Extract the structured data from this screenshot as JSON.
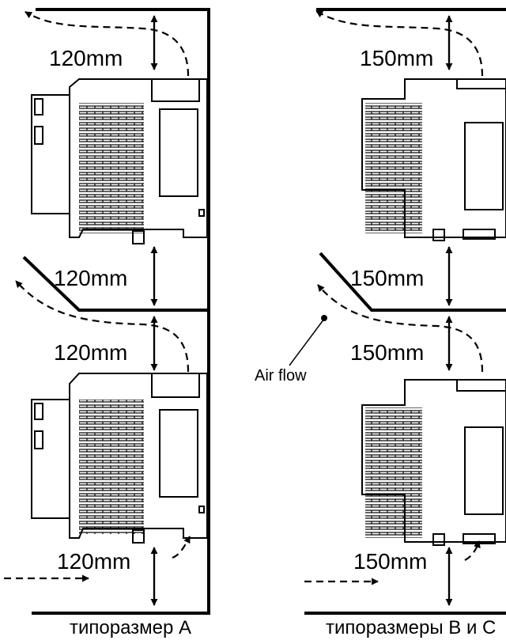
{
  "diagram": {
    "line_color": "#000000",
    "background": "#ffffff",
    "left_column": {
      "caption": "типоразмер А",
      "clearances": [
        "120mm",
        "120mm",
        "120mm",
        "120mm"
      ]
    },
    "right_column": {
      "caption": "типоразмеры В и С",
      "clearances": [
        "150mm",
        "150mm",
        "150mm",
        "150mm"
      ],
      "airflow_label": "Air flow"
    }
  }
}
